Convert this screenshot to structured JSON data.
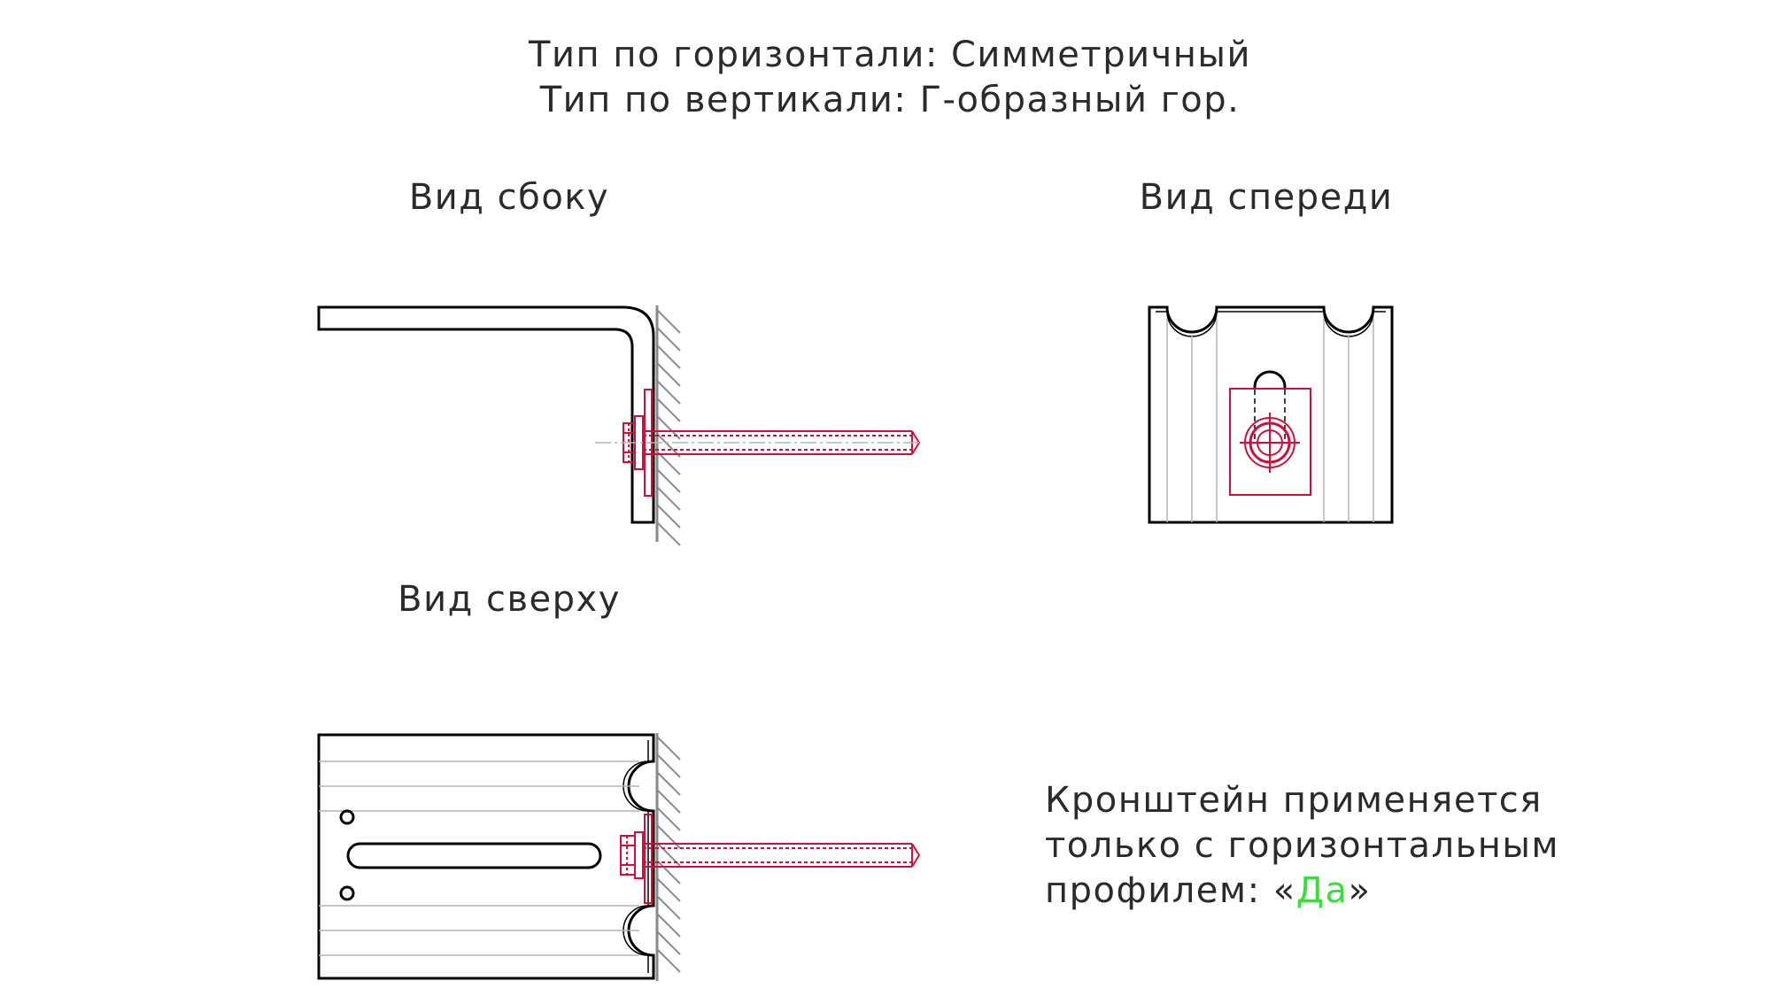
{
  "header": {
    "line1": "Тип по горизонтали: Симметричный",
    "line2": "Тип по вертикали: Г-образный гор."
  },
  "views": {
    "side_label": "Вид сбоку",
    "front_label": "Вид спереди",
    "top_label": "Вид сверху"
  },
  "note": {
    "line1": "Кронштейн применяется",
    "line2": "только с горизонтальным",
    "line3_prefix": "профилем: «",
    "line3_value": "Да",
    "line3_suffix": "»"
  },
  "colors": {
    "outline": "#000000",
    "fastener": "#d0103a",
    "wall_hatch": "#8a8a8a",
    "thin_line": "#b4b4b4",
    "highlight": "#3cdc3c"
  }
}
